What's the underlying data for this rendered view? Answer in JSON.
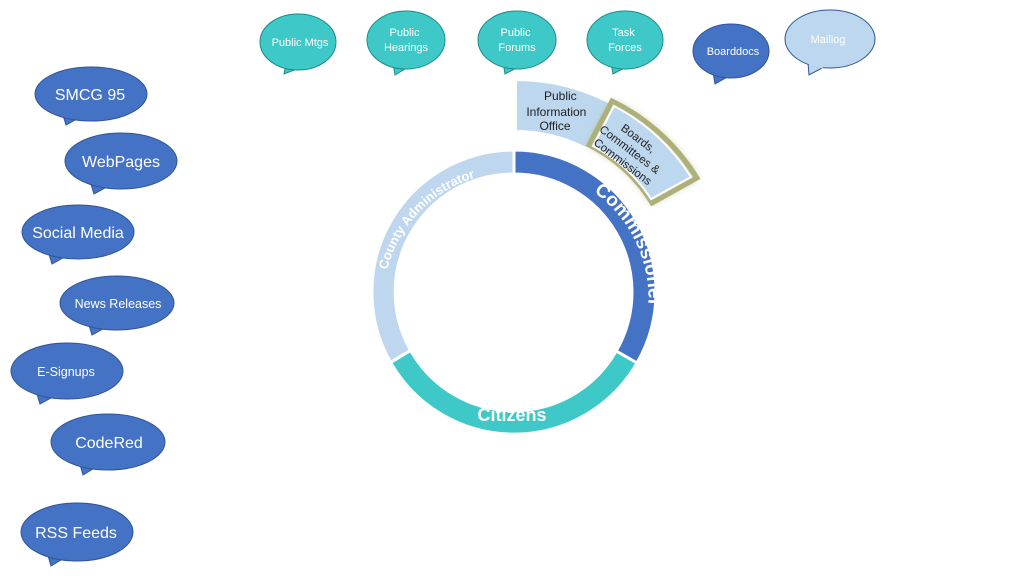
{
  "colors": {
    "teal": "#3ec8c8",
    "blue": "#4472c4",
    "light_blue": "#bdd7ee",
    "ring_light": "#bfd7ee",
    "ring_blue": "#4472c4",
    "ring_teal": "#3ec8c8",
    "boards_glow": "#c6c79a",
    "bubble_border": "#2f5597",
    "teal_border": "#1f8a8a"
  },
  "top_bubbles": [
    {
      "lines": [
        "Public Mtgs"
      ],
      "style": "teal"
    },
    {
      "lines": [
        "Public",
        "Hearings"
      ],
      "style": "teal"
    },
    {
      "lines": [
        "Public",
        "Forums"
      ],
      "style": "teal"
    },
    {
      "lines": [
        "Task",
        "Forces"
      ],
      "style": "teal"
    },
    {
      "lines": [
        "Boarddocs"
      ],
      "style": "blue"
    },
    {
      "lines": [
        "Maillog"
      ],
      "style": "light"
    }
  ],
  "left_bubbles": [
    {
      "label": "SMCG 95"
    },
    {
      "label": "WebPages"
    },
    {
      "label": "Social Media"
    },
    {
      "label": "News Releases"
    },
    {
      "label": "E-Signups"
    },
    {
      "label": "CodeRed"
    },
    {
      "label": "RSS Feeds"
    }
  ],
  "ring": {
    "county_admin": "County Administrator",
    "commissioners": "Commissioners",
    "citizens": "Citizens"
  },
  "pio": {
    "lines": [
      "Public",
      "Information",
      "Office"
    ]
  },
  "boards": {
    "lines": [
      "Boards,",
      "Committees &",
      "Commissions"
    ]
  }
}
